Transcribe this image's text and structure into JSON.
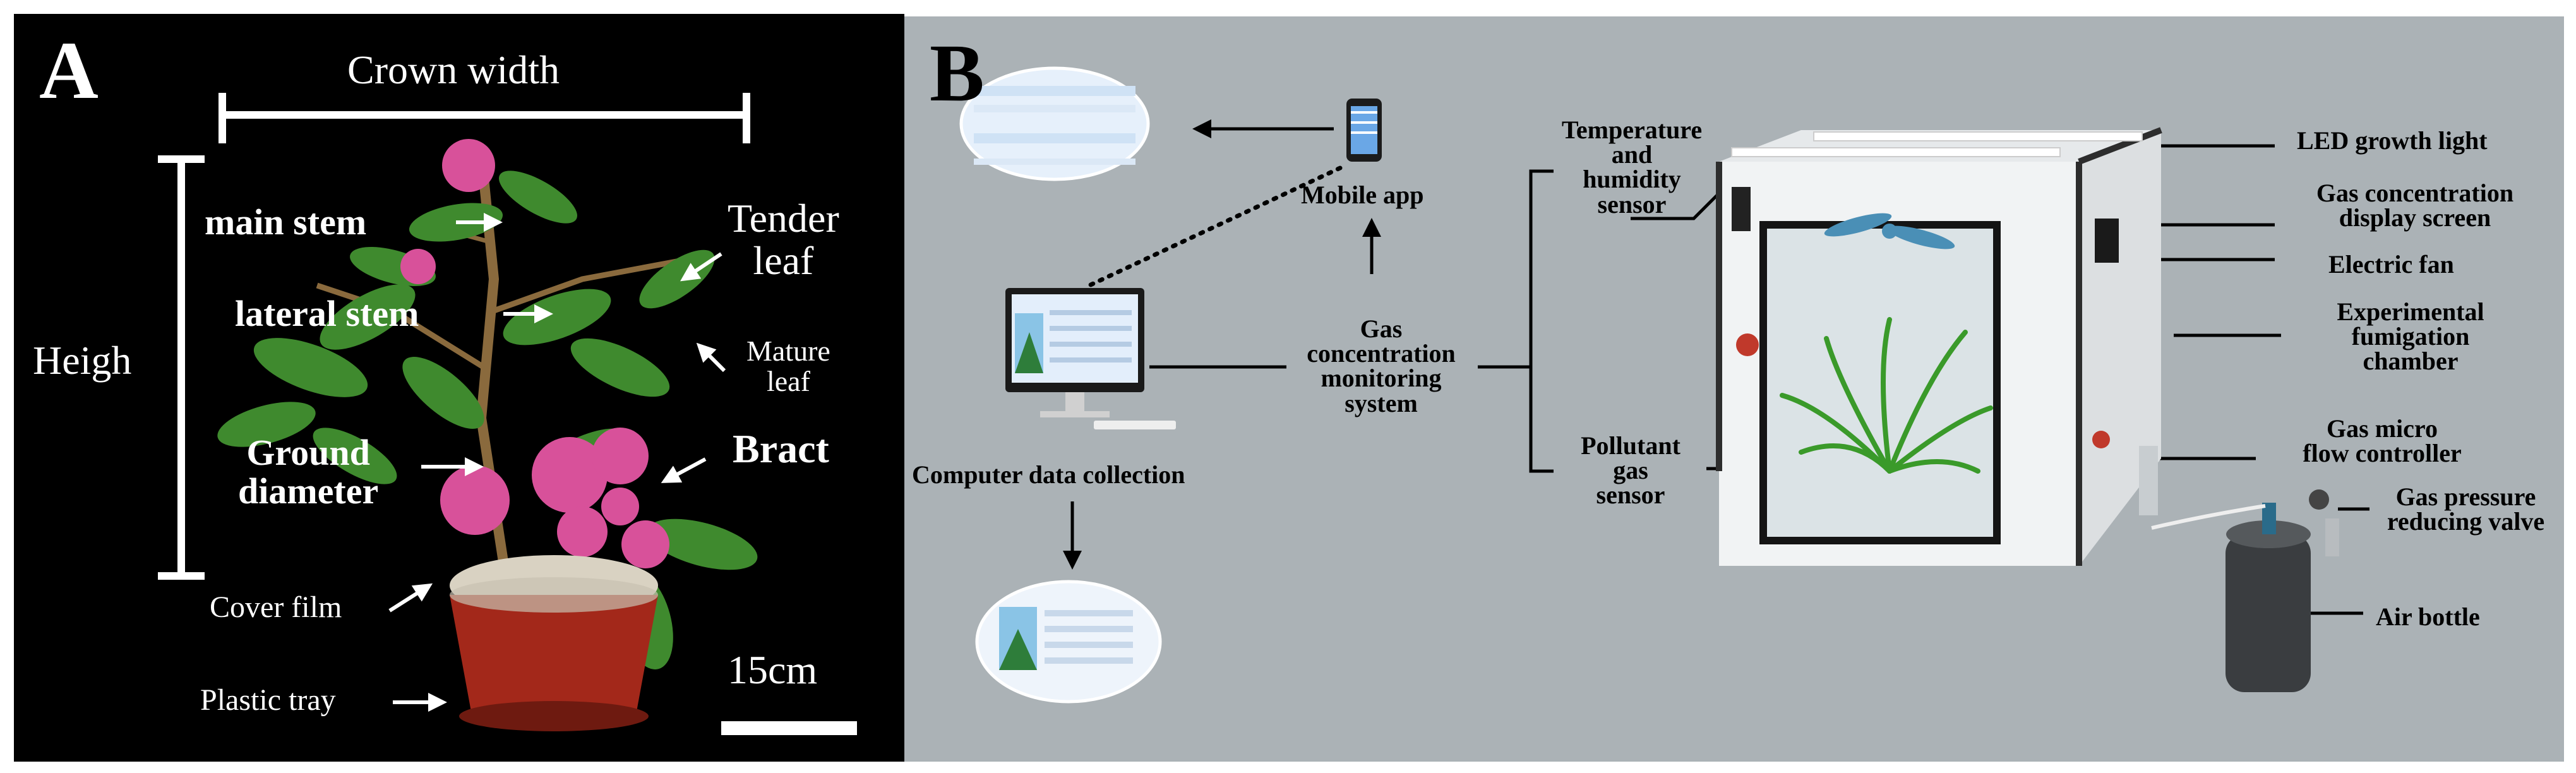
{
  "panel_a": {
    "letter": "A",
    "labels": {
      "crown_width": "Crown width",
      "height": "Heigh",
      "main_stem": "main stem",
      "lateral_stem": "lateral stem",
      "tender_leaf": "Tender\nleaf",
      "mature_leaf": "Mature\nleaf",
      "ground_diameter": "Ground\ndiameter",
      "bract": "Bract",
      "cover_film": "Cover film",
      "plastic_tray": "Plastic tray",
      "scale": "15cm"
    }
  },
  "panel_b": {
    "letter": "B",
    "labels": {
      "mobile_app": "Mobile app",
      "computer": "Computer data collection",
      "gas_monitor": "Gas\nconcentration\nmonitoring\nsystem",
      "temp_sensor": "Temperature\nand\nhumidity\nsensor",
      "pollutant_sensor": "Pollutant\ngas\nsensor",
      "led": "LED growth light",
      "display": "Gas concentration\ndisplay screen",
      "fan": "Electric fan",
      "chamber": "Experimental\nfumigation\nchamber",
      "flow_ctrl": "Gas micro\nflow controller",
      "valve": "Gas pressure\nreducing valve",
      "bottle": "Air bottle"
    }
  },
  "colors": {
    "panel_a_bg": "#000000",
    "panel_b_bg": "#abb2b6",
    "bract": "#d8519a",
    "leaf": "#3f8a2e",
    "pot": "#a3281a"
  }
}
